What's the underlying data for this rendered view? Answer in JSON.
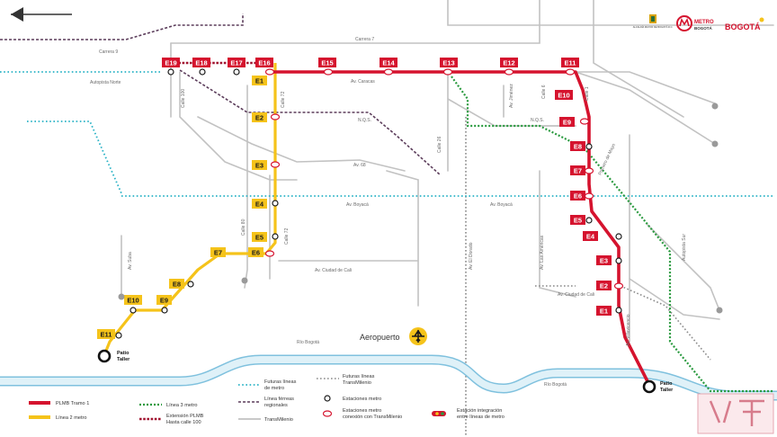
{
  "logos": {
    "alcaldia": "ALCALDÍA MAYOR DE BOGOTÁ D.C.",
    "metro": "METRO",
    "metro_sub": "BOGOTÁ",
    "bogota": "BOGOTÁ"
  },
  "roads": {
    "carrera7": "Carrera 7",
    "carrera9": "Carrera 9",
    "autopista_norte": "Autopista Norte",
    "av_caracas": "Av. Caracas",
    "nqs_left": "N.Q.S.",
    "nqs_right": "N.Q.S.",
    "av68": "Av. 68",
    "av_boyaca_left": "Av. Boyacá",
    "av_boyaca_right": "Av. Boyacá",
    "av_ciudad_cali_center": "Av. Ciudad de Cali",
    "av_ciudad_cali_right": "Av. Ciudad de Cali",
    "rio_bogota_center": "Río Bogotá",
    "rio_bogota_right": "Río Bogotá",
    "calle100": "Calle 100",
    "calle72_top": "Calle 72",
    "calle72_bottom": "Calle 72",
    "calle80": "Calle 80",
    "av_suba": "Av. Suba",
    "calle26": "Calle 26",
    "av_el_dorado": "Av. El Dorado",
    "av_jimenez": "Av. Jiménez",
    "calle6": "Calle 6",
    "calle1": "Calle 1",
    "primero_mayo": "Primero de Mayo",
    "av_americas": "Av. Las Américas",
    "av_villavicencio": "Av. Villavicencio",
    "autopista_sur": "Autopista Sur"
  },
  "places": {
    "aeropuerto": "Aeropuerto",
    "patio_left_1": "Patio",
    "patio_left_2": "Taller",
    "patio_right_1": "Patio",
    "patio_right_2": "Taller"
  },
  "line1_stations": [
    "E19",
    "E18",
    "E17",
    "E16",
    "E15",
    "E14",
    "E13",
    "E12",
    "E11",
    "E10",
    "E9",
    "E8",
    "E7",
    "E6",
    "E5",
    "E4",
    "E3",
    "E2",
    "E1"
  ],
  "line2_stations": [
    "E1",
    "E2",
    "E3",
    "E4",
    "E5",
    "E6",
    "E7",
    "E8",
    "E9",
    "E10",
    "E11"
  ],
  "legend": {
    "plmb": "PLMB Tramo 1",
    "linea2": "Línea 2 metro",
    "linea3": "Línea 3 metro",
    "extension_1": "Extensión PLMB",
    "extension_2": "Hasta calle 100",
    "futuras_1": "Futuras líneas",
    "futuras_2": "de metro",
    "ferreas_1": "Línea férreas",
    "ferreas_2": "regionales",
    "transmilenio": "TransMilenio",
    "futuras_tm_1": "Futuras líneas",
    "futuras_tm_2": "TransMilenio",
    "estaciones": "Estaciones metro",
    "conexion_1": "Estaciones metro",
    "conexion_2": "conexión con TransMilenio",
    "integracion_1": "Estación integración",
    "integracion_2": "entre líneas de metro"
  },
  "colors": {
    "line1": "#d5132e",
    "line2": "#f5c31a",
    "line3": "#2a9a3f",
    "river": "#bfe3f2",
    "river_edge": "#7fc1de",
    "future_metro": "#2bb3c6",
    "rail": "#5e3d5a",
    "transmilenio": "#b7b7b7",
    "future_tm": "#8a8a8a"
  },
  "icons": {
    "back": "arrow-left-icon",
    "airport": "airplane-icon",
    "patio": "depot-icon",
    "watermark": "watermark-logo"
  }
}
